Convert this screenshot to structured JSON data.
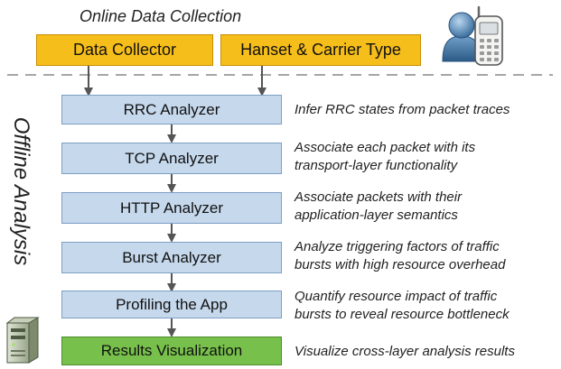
{
  "online": {
    "title": "Online Data Collection",
    "data_collector": "Data Collector",
    "handset_carrier": "Hanset & Carrier Type"
  },
  "offline": {
    "label": "Offline Analysis"
  },
  "steps": [
    {
      "label": "RRC Analyzer",
      "desc": [
        "Infer RRC states from packet traces"
      ]
    },
    {
      "label": "TCP Analyzer",
      "desc": [
        "Associate each packet with its",
        "transport-layer functionality"
      ]
    },
    {
      "label": "HTTP Analyzer",
      "desc": [
        "Associate packets with their",
        "application-layer semantics"
      ]
    },
    {
      "label": "Burst Analyzer",
      "desc": [
        "Analyze triggering factors of traffic",
        "bursts with high resource overhead"
      ]
    },
    {
      "label": "Profiling the App",
      "desc": [
        "Quantify resource impact of traffic",
        "bursts to reveal resource bottleneck"
      ]
    },
    {
      "label": "Results Visualization",
      "desc": [
        "Visualize cross-layer analysis results"
      ]
    }
  ],
  "icons": [
    "user-icon",
    "mobile-phone-icon",
    "server-icon"
  ],
  "colors": {
    "collection_box": "#f6be1a",
    "analyzer_box": "#c5d8ec",
    "results_box": "#77c04b",
    "arrow": "#555555"
  }
}
